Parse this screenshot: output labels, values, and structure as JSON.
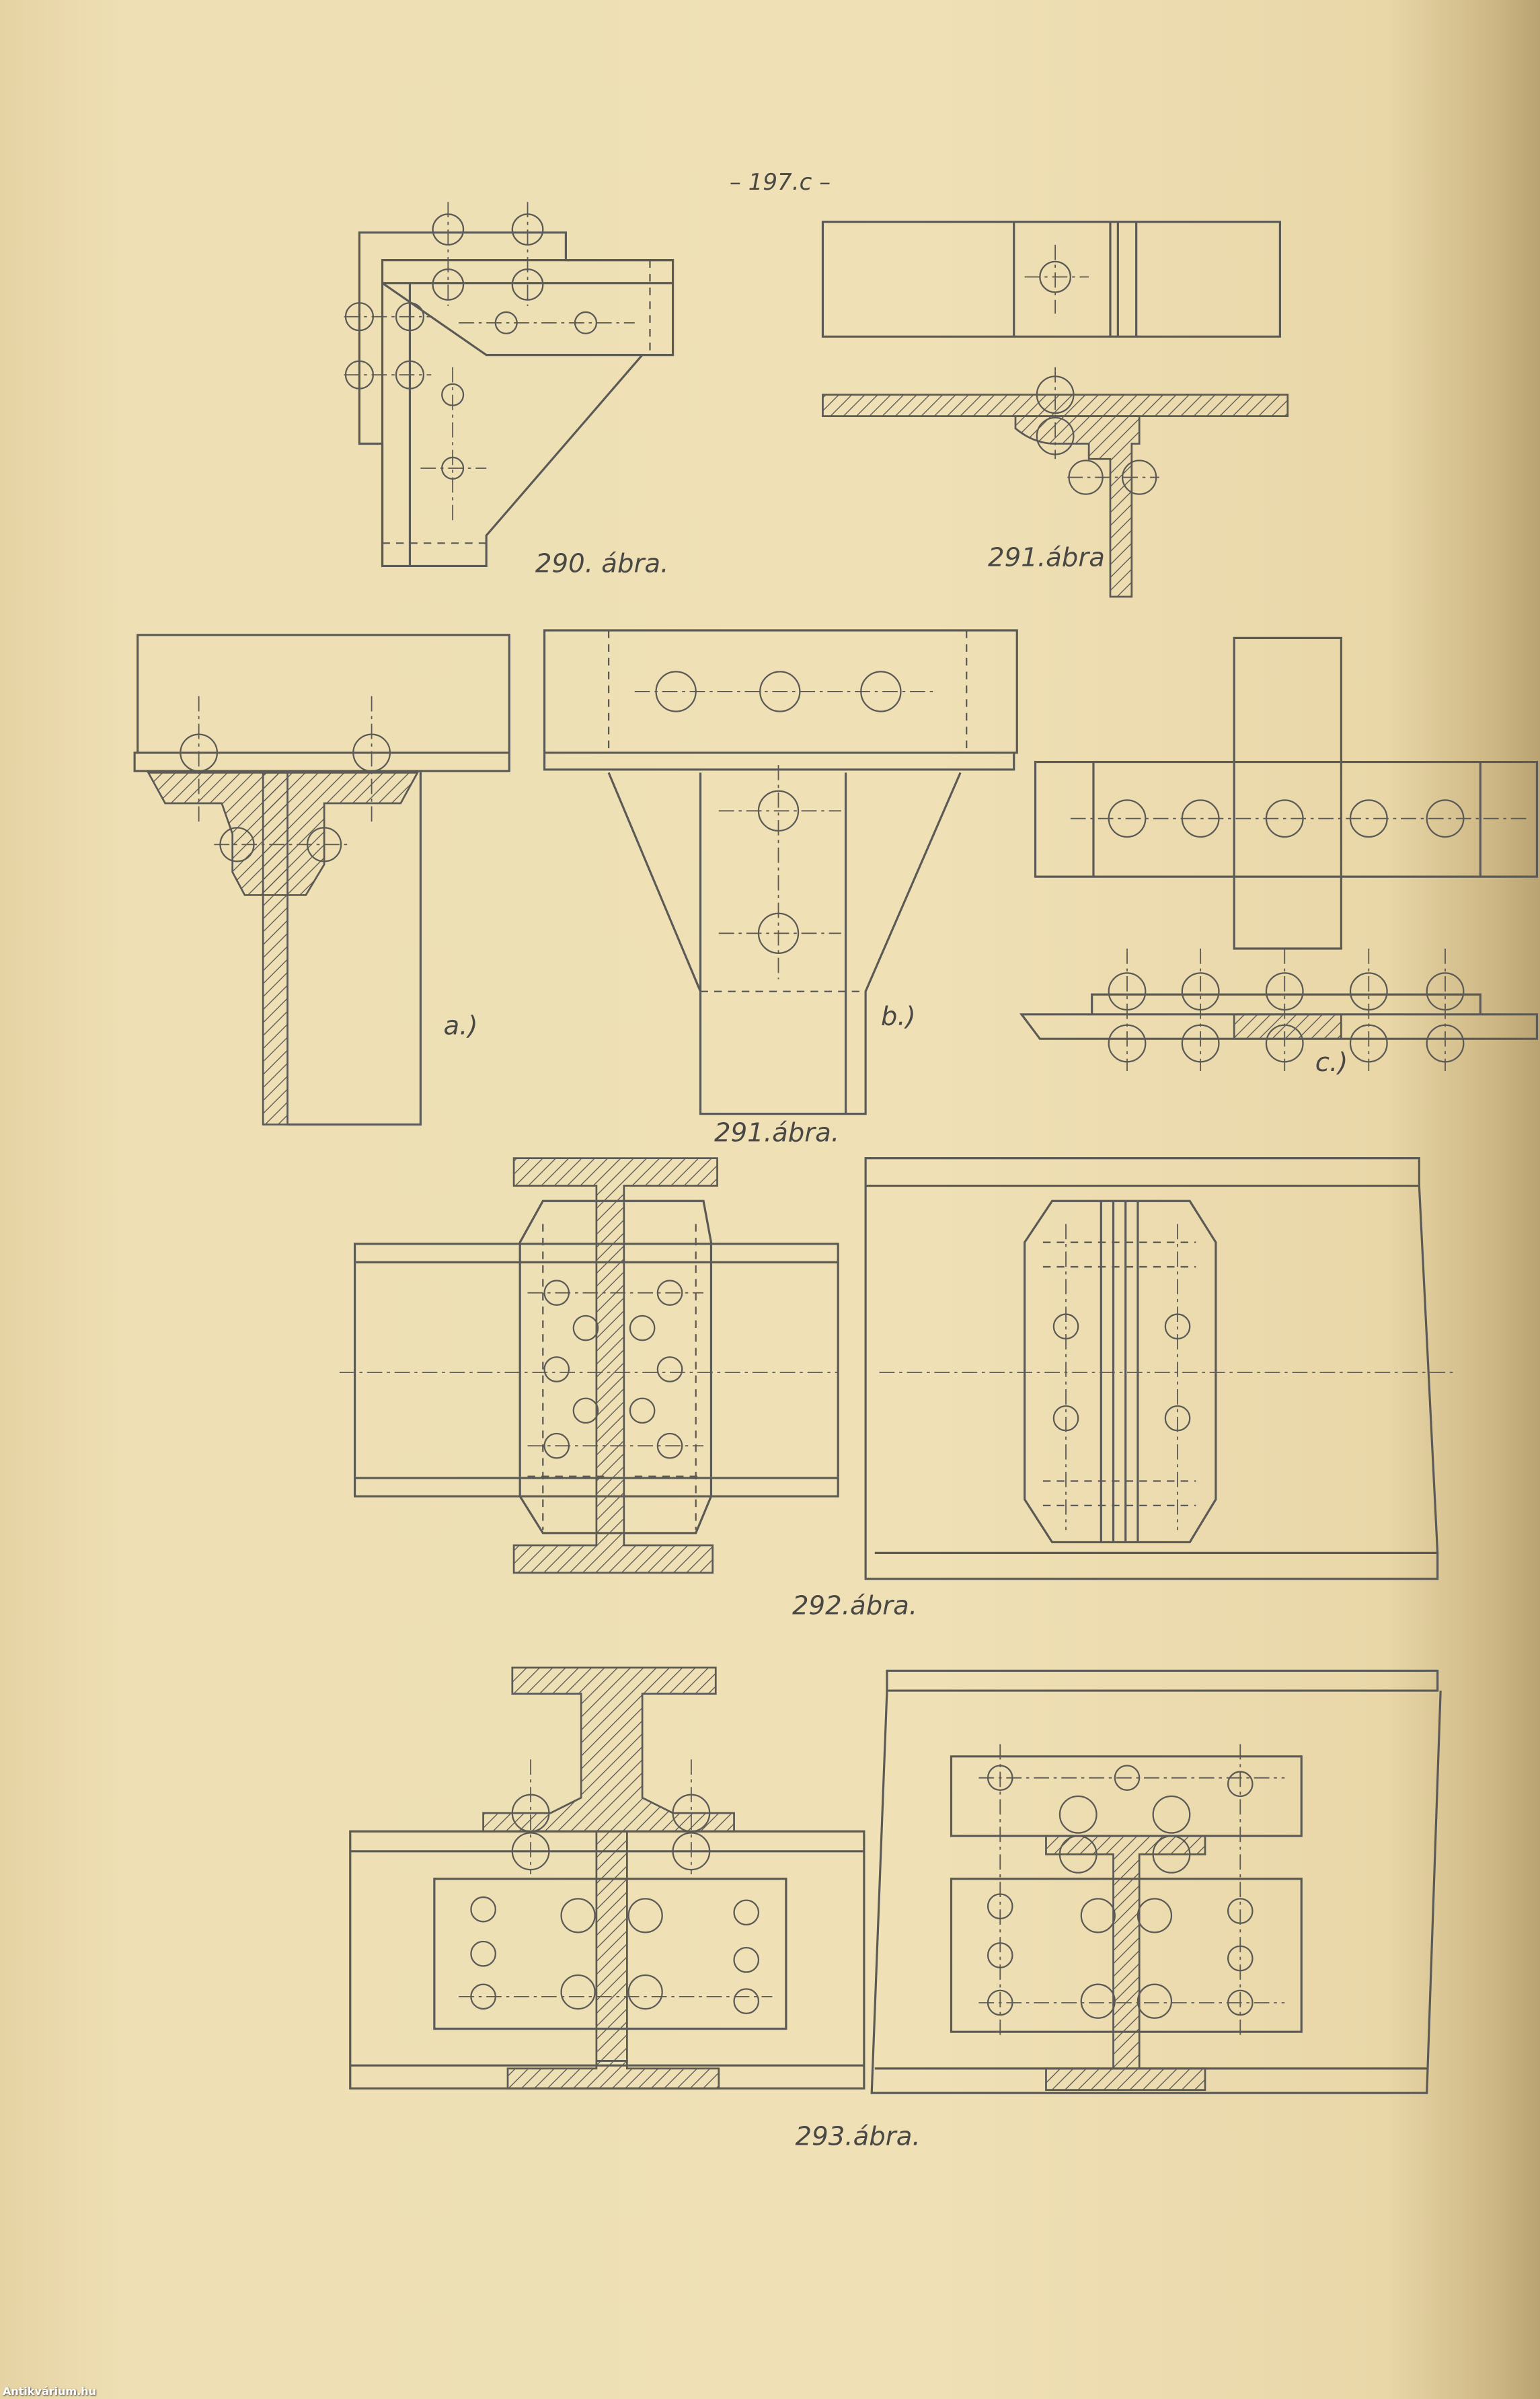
{
  "page_number": "– 197.c –",
  "captions": {
    "fig290": "290. ábra.",
    "fig291_top": "291.ábra",
    "fig291_a": "a.)",
    "fig291_b": "b.)",
    "fig291_c": "c.)",
    "fig291": "291.ábra.",
    "fig292": "292.ábra.",
    "fig293": "293.ábra."
  },
  "watermark": "Antikvárium.hu"
}
